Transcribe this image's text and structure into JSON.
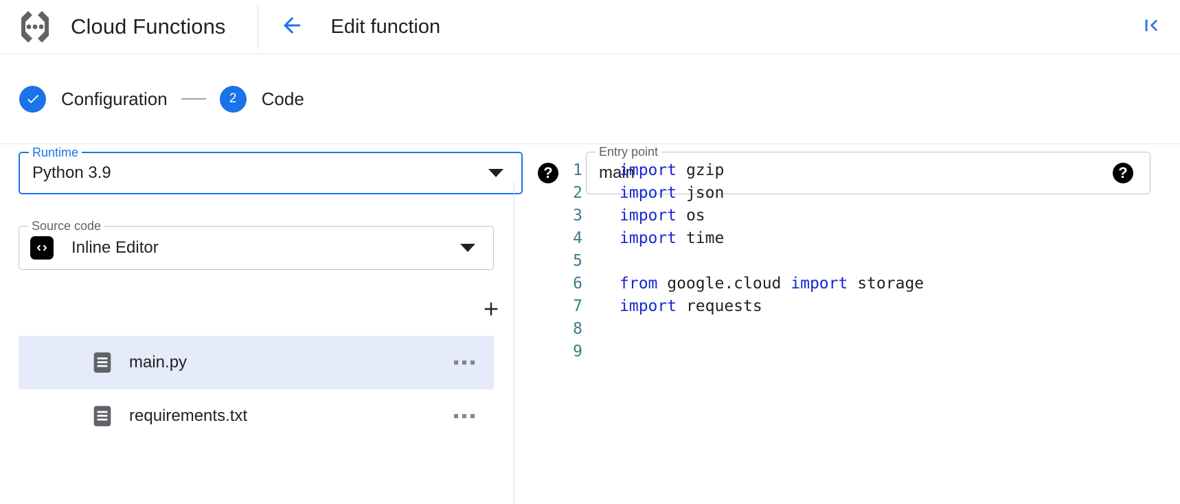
{
  "header": {
    "product_logo_icon": "cloud-functions-logo-icon",
    "product_title": "Cloud Functions",
    "back_icon": "arrow-left-icon",
    "page_title": "Edit function",
    "collapse_icon": "first-page-collapse-icon"
  },
  "stepper": {
    "steps": [
      {
        "marker": "✓",
        "label": "Configuration",
        "state": "completed"
      },
      {
        "marker": "2",
        "label": "Code",
        "state": "active"
      }
    ]
  },
  "form": {
    "runtime": {
      "legend": "Runtime",
      "value": "Python 3.9",
      "focused": true,
      "help_icon": "help-circle-icon",
      "dropdown_icon": "chevron-down-icon"
    },
    "entry_point": {
      "legend": "Entry point",
      "value": "main",
      "help_icon": "help-circle-icon"
    },
    "source_code": {
      "legend": "Source code",
      "value": "Inline Editor",
      "option_icon": "code-brackets-icon",
      "dropdown_icon": "chevron-down-icon"
    }
  },
  "files": {
    "add_button_icon": "plus-icon",
    "menu_icon": "more-horizontal-icon",
    "file_icon": "document-icon",
    "items": [
      {
        "name": "main.py",
        "selected": true
      },
      {
        "name": "requirements.txt",
        "selected": false
      }
    ]
  },
  "code": {
    "language": "python",
    "lines": [
      {
        "no": "1",
        "tokens": [
          {
            "t": "import",
            "c": "kw"
          },
          {
            "t": " gzip",
            "c": "pl"
          }
        ]
      },
      {
        "no": "2",
        "tokens": [
          {
            "t": "import",
            "c": "kw"
          },
          {
            "t": " json",
            "c": "pl"
          }
        ]
      },
      {
        "no": "3",
        "tokens": [
          {
            "t": "import",
            "c": "kw"
          },
          {
            "t": " os",
            "c": "pl"
          }
        ]
      },
      {
        "no": "4",
        "tokens": [
          {
            "t": "import",
            "c": "kw"
          },
          {
            "t": " time",
            "c": "pl"
          }
        ]
      },
      {
        "no": "5",
        "tokens": []
      },
      {
        "no": "6",
        "tokens": [
          {
            "t": "from",
            "c": "kw"
          },
          {
            "t": " google.cloud ",
            "c": "pl"
          },
          {
            "t": "import",
            "c": "kw"
          },
          {
            "t": " storage",
            "c": "pl"
          }
        ]
      },
      {
        "no": "7",
        "tokens": [
          {
            "t": "import",
            "c": "kw"
          },
          {
            "t": " requests",
            "c": "pl"
          }
        ]
      },
      {
        "no": "8",
        "tokens": []
      },
      {
        "no": "9",
        "tokens": []
      }
    ]
  },
  "colors": {
    "accent": "#1a73e8",
    "selected_row": "#e5ebf9",
    "keyword": "#1427d6",
    "line_number": "#3d7c87"
  }
}
